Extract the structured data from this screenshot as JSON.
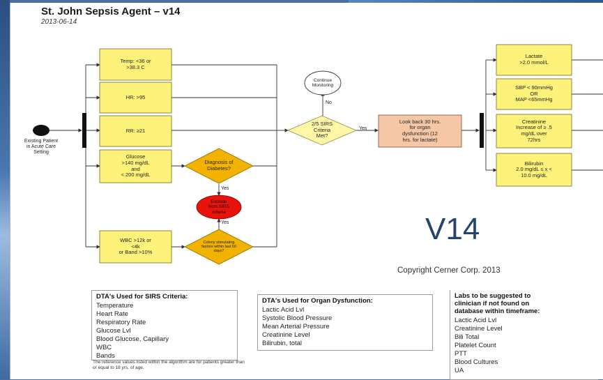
{
  "title": "St. John Sepsis Agent – v14",
  "date": "2013-06-14",
  "start_label": "Existing Patient\nin Acute Care\nSetting",
  "criteria": [
    {
      "label": "Temp: <36 or\n>38.3 C"
    },
    {
      "label": "HR: >95"
    },
    {
      "label": "RR: ≥21"
    },
    {
      "label": "Glucose\n>140 mg/dL\nand\n< 200 mg/dL"
    },
    {
      "label": "WBC >12k or\n<4k\nor Band >10%"
    }
  ],
  "diabetes_decision": "Diagnosis of\nDiabetes?",
  "exclude_node": "Exclude\nfrom SIRS\ncriteria",
  "steroid_decision": "Colony stimulating\nfactors within last 60\ndays?",
  "sirs_decision": "2/5 SIRS\nCriteria\nMet?",
  "continue_node": "Continue\nMonitoring",
  "lookback_box": "Look back 30 hrs.\nfor organ\ndysfunction (12\nhrs. for lactate)",
  "organ": [
    {
      "label": "Lactate\n>2.0 mmol/L"
    },
    {
      "label": "SBP < 90mmHg\nOR\nMAP <65mmHg"
    },
    {
      "label": "Creatinine\nIncrease of ≥ .5\nmg/dL over\n72hrs"
    },
    {
      "label": "Bilirubin\n2.0 mg/dL ≤ x <\n10.0 mg/dL"
    }
  ],
  "edge_labels": {
    "no": "No",
    "yes_sirs": "Yes",
    "yes_diabetes": "Yes",
    "yes_steroid": "Yes"
  },
  "watermark": "V14",
  "copyright": "Copyright Cerner Corp. 2013",
  "legend_sirs": {
    "title": "DTA's Used for SIRS Criteria:",
    "items": [
      "Temperature",
      "Heart Rate",
      "Respiratory Rate",
      "Glucose Lvl",
      "Blood Glucose, Capillary",
      "WBC",
      "Bands"
    ]
  },
  "legend_organ": {
    "title": "DTA's Used for Organ Dysfunction:",
    "items": [
      "Lactic Acid Lvl",
      "Systolic Blood Pressure",
      "Mean Arterial Pressure",
      "Creatinine Level",
      "Bilirubin, total"
    ]
  },
  "legend_labs": {
    "title": "Labs to be suggested to\nclinician if not found on\ndatabase within timeframe:",
    "items": [
      "Lactic Acid Lvl",
      "Creatinine Level",
      "Bili Total",
      "Platelet Count",
      "PTT",
      "Blood Cultures",
      "UA"
    ]
  },
  "footnote": "The reference values listed within the algorithm are for patients greater than or equal to 18 yrs. of age.",
  "colors": {
    "criteria_fill": "#fff27a",
    "criteria_border": "#6b6b2e",
    "decision_fill": "#f2b200",
    "sirs_decision_fill": "#fff6a8",
    "lookback_fill": "#f6c7a6",
    "exclude_fill": "#e8140c",
    "bar": "#111111"
  }
}
